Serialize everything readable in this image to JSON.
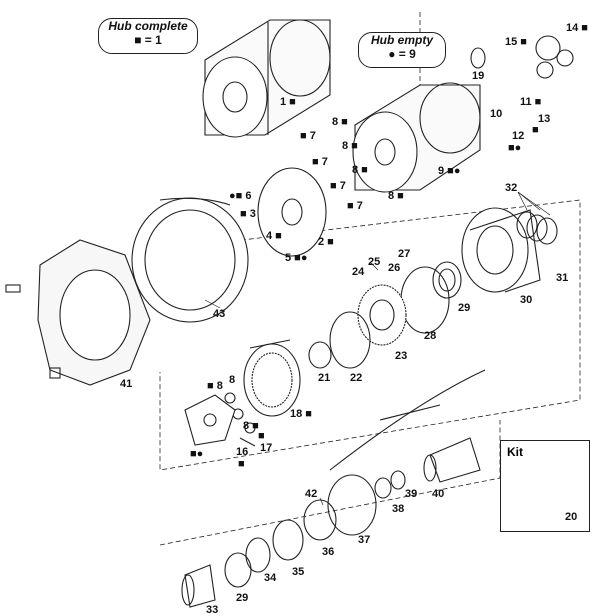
{
  "legend": {
    "hub_complete": {
      "title": "Hub complete",
      "value": "■ = 1"
    },
    "hub_empty": {
      "title": "Hub empty",
      "value": "● = 9"
    }
  },
  "kit": {
    "title": "Kit",
    "number": "20"
  },
  "callouts": [
    {
      "id": "c1",
      "text": "1 ■"
    },
    {
      "id": "c2",
      "text": "2 ■"
    },
    {
      "id": "c3",
      "text": "■ 3"
    },
    {
      "id": "c4",
      "text": "4 ■"
    },
    {
      "id": "c5",
      "text": "5 ■●"
    },
    {
      "id": "c6",
      "text": "●■ 6"
    },
    {
      "id": "c7a",
      "text": "■ 7"
    },
    {
      "id": "c7b",
      "text": "■ 7"
    },
    {
      "id": "c7c",
      "text": "■ 7"
    },
    {
      "id": "c7d",
      "text": "■ 7"
    },
    {
      "id": "c8a",
      "text": "8 ■"
    },
    {
      "id": "c8b",
      "text": "8 ■"
    },
    {
      "id": "c8c",
      "text": "8 ■"
    },
    {
      "id": "c8d",
      "text": "8 ■"
    },
    {
      "id": "c9",
      "text": "9 ■●"
    },
    {
      "id": "c10",
      "text": "10"
    },
    {
      "id": "c11",
      "text": "11 ■"
    },
    {
      "id": "c12",
      "text": "12"
    },
    {
      "id": "c12m",
      "text": "■●"
    },
    {
      "id": "c13",
      "text": "13"
    },
    {
      "id": "c13m",
      "text": "■"
    },
    {
      "id": "c14",
      "text": "14 ■"
    },
    {
      "id": "c15",
      "text": "15 ■"
    },
    {
      "id": "c16",
      "text": "16"
    },
    {
      "id": "c16m",
      "text": "■"
    },
    {
      "id": "c17",
      "text": "17"
    },
    {
      "id": "c17m",
      "text": "■"
    },
    {
      "id": "c18",
      "text": "18 ■"
    },
    {
      "id": "c19",
      "text": "19"
    },
    {
      "id": "c21",
      "text": "21"
    },
    {
      "id": "c22",
      "text": "22"
    },
    {
      "id": "c23",
      "text": "23"
    },
    {
      "id": "c24",
      "text": "24"
    },
    {
      "id": "c25",
      "text": "25"
    },
    {
      "id": "c26",
      "text": "26"
    },
    {
      "id": "c27",
      "text": "27"
    },
    {
      "id": "c28",
      "text": "28"
    },
    {
      "id": "c29a",
      "text": "29"
    },
    {
      "id": "c29b",
      "text": "29"
    },
    {
      "id": "c30",
      "text": "30"
    },
    {
      "id": "c31",
      "text": "31"
    },
    {
      "id": "c32",
      "text": "32"
    },
    {
      "id": "c33",
      "text": "33"
    },
    {
      "id": "c34",
      "text": "34"
    },
    {
      "id": "c35",
      "text": "35"
    },
    {
      "id": "c36",
      "text": "36"
    },
    {
      "id": "c37",
      "text": "37"
    },
    {
      "id": "c38",
      "text": "38"
    },
    {
      "id": "c39",
      "text": "39"
    },
    {
      "id": "c40",
      "text": "40"
    },
    {
      "id": "c41",
      "text": "41"
    },
    {
      "id": "c42",
      "text": "42"
    },
    {
      "id": "c43",
      "text": "43"
    },
    {
      "id": "c8e",
      "text": "■ 8"
    },
    {
      "id": "c8f",
      "text": "8"
    },
    {
      "id": "c8g",
      "text": "8 ■"
    },
    {
      "id": "c8h",
      "text": "■●"
    }
  ]
}
